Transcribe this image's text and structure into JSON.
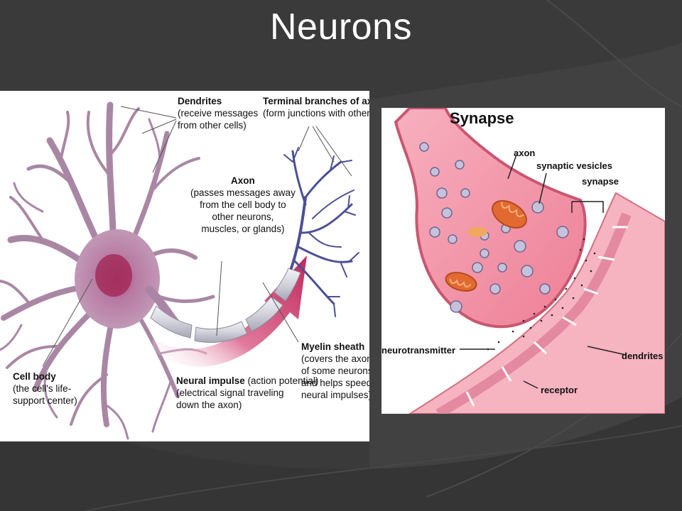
{
  "slide": {
    "title": "Neurons",
    "background": "#3b3b3b"
  },
  "neuron_diagram": {
    "labels": {
      "dendrites": {
        "title": "Dendrites",
        "lines": [
          "(receive messages",
          "from other cells)"
        ]
      },
      "terminal_branches": {
        "title": "Terminal branches of axon",
        "lines": [
          "(form junctions with other cells)"
        ]
      },
      "axon": {
        "title": "Axon",
        "lines": [
          "(passes messages away",
          "from the cell body to",
          "other neurons,",
          "muscles, or glands)"
        ]
      },
      "cell_body": {
        "title": "Cell body",
        "lines": [
          "(the cell's life-",
          "support center)"
        ]
      },
      "neural_impulse": {
        "title": "Neural impulse",
        "title_suffix": " (action potential)",
        "lines": [
          "(electrical signal traveling",
          "down the axon)"
        ]
      },
      "myelin_sheath": {
        "title": "Myelin sheath",
        "lines": [
          "(covers the axon",
          "of some neurons",
          "and helps speed",
          "neural impulses)"
        ]
      }
    },
    "colors": {
      "neuron": "#a7809f",
      "axon_terminal": "#4c4f96",
      "myelin": "#d9d9e0",
      "impulse_arrow": "#c03a6a"
    }
  },
  "synapse_diagram": {
    "title": "Synapse",
    "labels": {
      "axon": "axon",
      "synaptic_vesicles": "synaptic vesicles",
      "synapse": "synapse",
      "neurotransmitter": "neurotransmitter",
      "dendrites": "dendrites",
      "receptor": "receptor"
    },
    "colors": {
      "terminal": "#f08a9c",
      "vesicle": "#c7c2dc",
      "mitochondria": "#e06a30",
      "dendrite": "#f4a5b3"
    }
  }
}
